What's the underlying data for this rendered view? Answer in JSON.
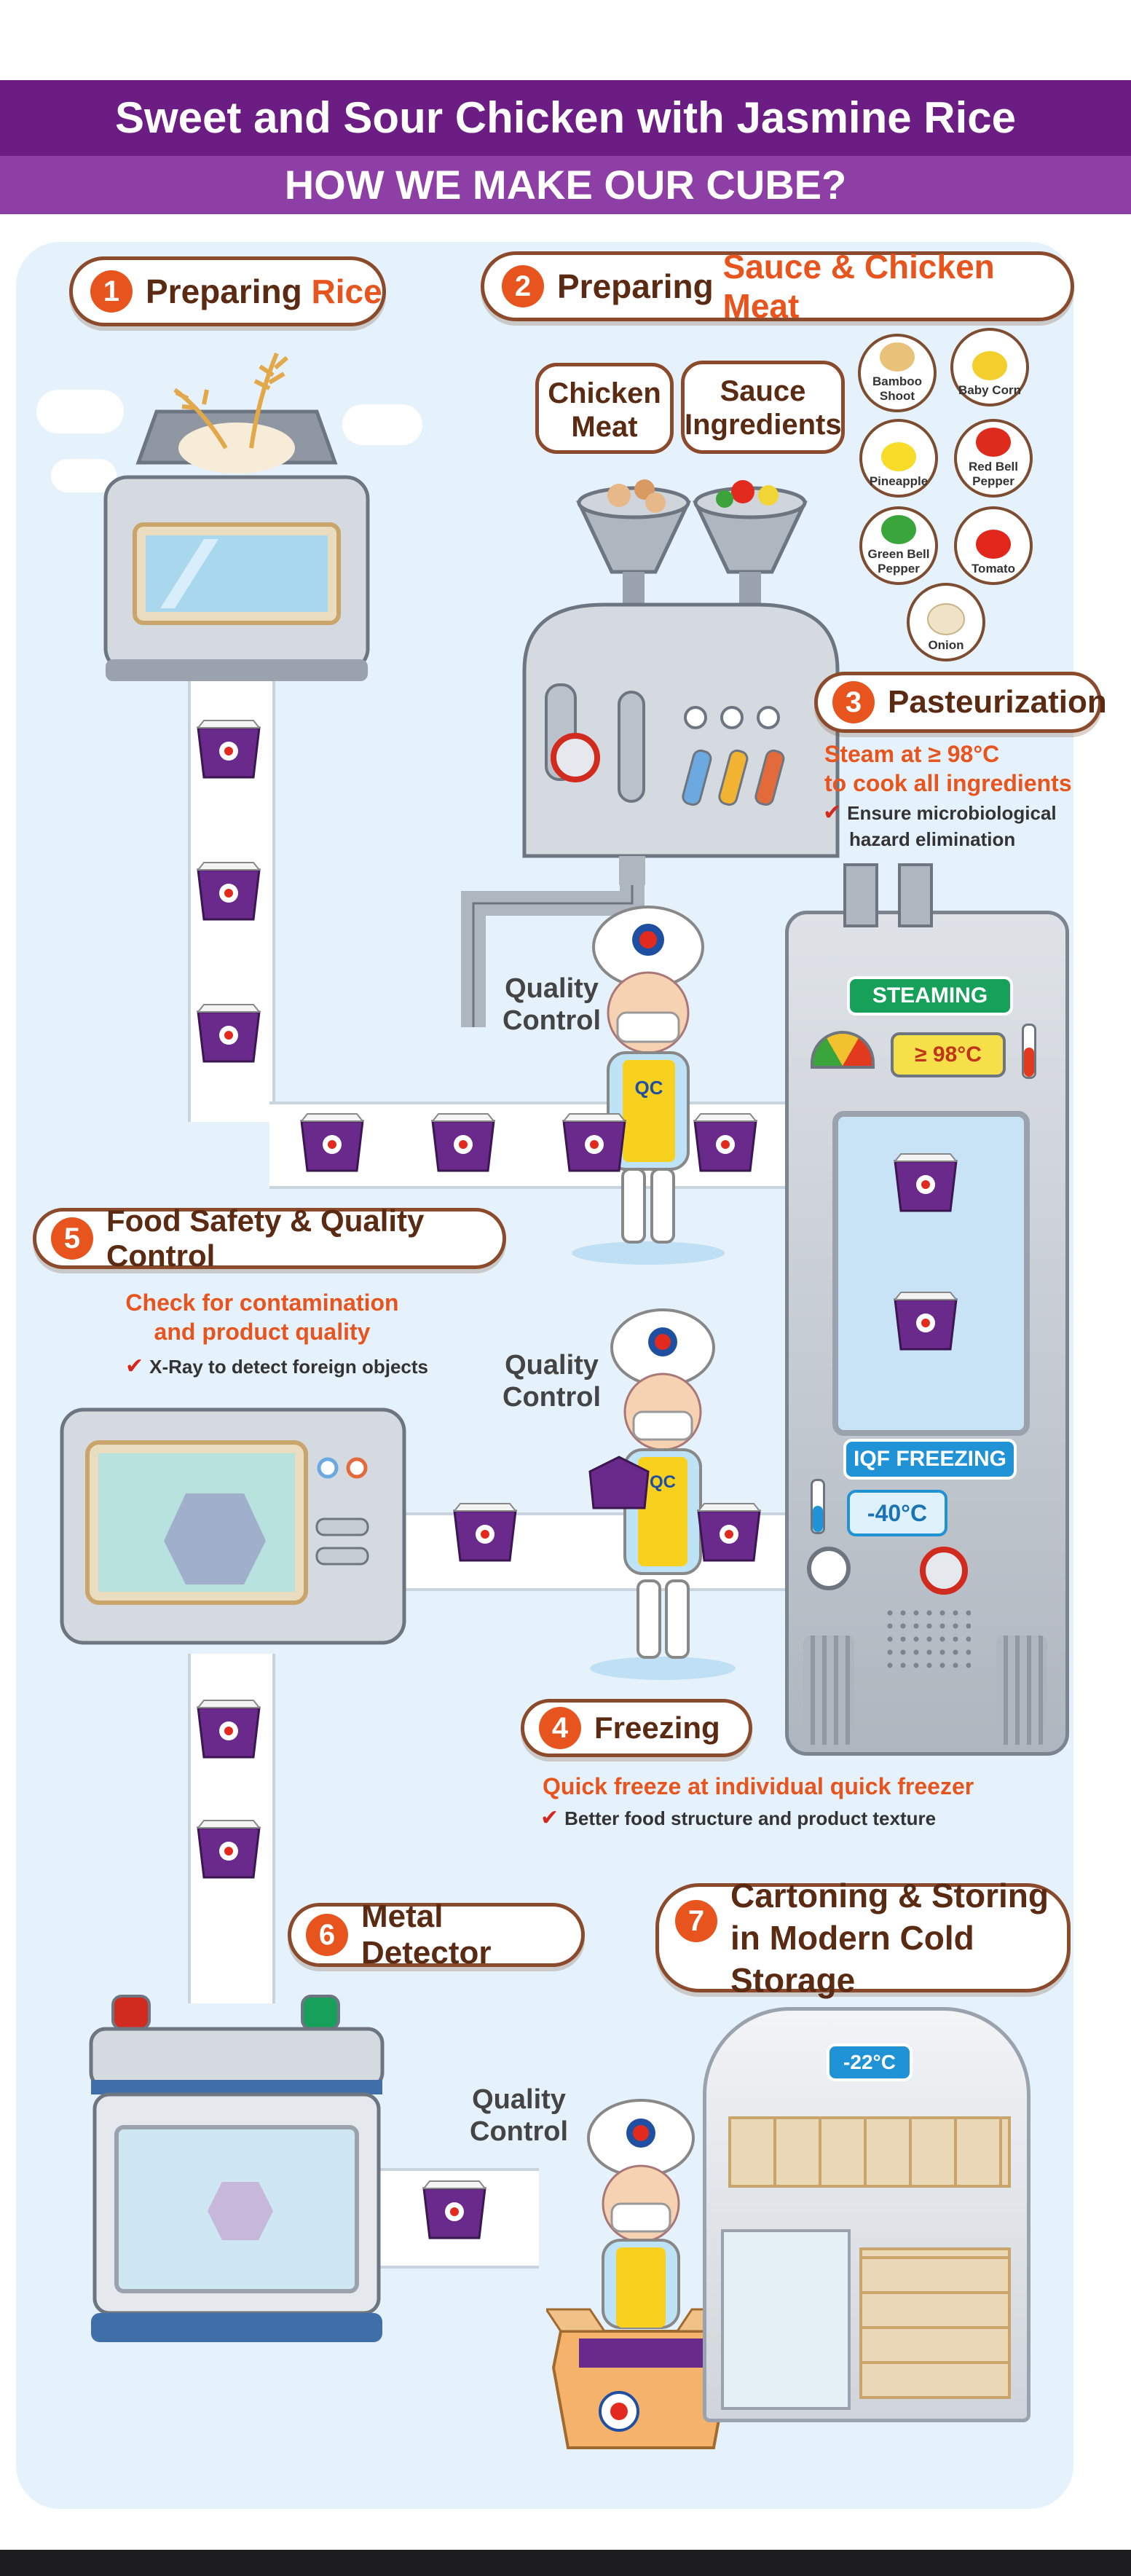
{
  "header": {
    "title": "Sweet and Sour Chicken with Jasmine Rice",
    "subtitle": "HOW WE MAKE OUR CUBE?"
  },
  "steps": {
    "s1": {
      "num": "1",
      "title_a": "Preparing ",
      "title_b": "Rice"
    },
    "s2": {
      "num": "2",
      "title_a": "Preparing ",
      "title_b": "Sauce & Chicken Meat"
    },
    "s3": {
      "num": "3",
      "title": "Pasteurization",
      "desc1": "Steam at ≥ 98°C",
      "desc2": "to cook all ingredients",
      "note1": "Ensure microbiological",
      "note2": "hazard elimination"
    },
    "s4": {
      "num": "4",
      "title": "Freezing",
      "desc": "Quick freeze at individual quick freezer",
      "note": "Better food structure and product texture"
    },
    "s5": {
      "num": "5",
      "title": "Food Safety & Quality Control",
      "desc1": "Check for contamination",
      "desc2": "and product quality",
      "note": "X-Ray to detect foreign objects"
    },
    "s6": {
      "num": "6",
      "title": "Metal Detector"
    },
    "s7": {
      "num": "7",
      "title1": "Cartoning & Storing",
      "title2": "in Modern Cold Storage"
    }
  },
  "bubbles": {
    "chicken": [
      "Chicken",
      "Meat"
    ],
    "sauce": [
      "Sauce",
      "Ingredients"
    ]
  },
  "ingredients": [
    {
      "label": "Bamboo Shoot",
      "color": "#e9c27a"
    },
    {
      "label": "Baby Corn",
      "color": "#f2cf2c"
    },
    {
      "label": "Pineapple",
      "color": "#f7dd2a"
    },
    {
      "label": "Red Bell Pepper",
      "color": "#dd2b1e"
    },
    {
      "label": "Green Bell Pepper",
      "color": "#3aa53a"
    },
    {
      "label": "Tomato",
      "color": "#e2261c"
    },
    {
      "label": "Onion",
      "color": "#efe2c6"
    }
  ],
  "machines": {
    "steaming_label": "STEAMING",
    "steam_temp": "≥ 98°C",
    "freezing_label": "IQF FREEZING",
    "freeze_temp": "-40°C",
    "storage_temp": "-22°C",
    "apron": "QC"
  },
  "quality_control": [
    "Quality",
    "Control"
  ],
  "colors": {
    "purple_dark": "#6b1d83",
    "purple_light": "#8e3fa6",
    "accent_orange": "#e8541d",
    "panel": "#e6f2fb",
    "brown_border": "#8a4a2b"
  }
}
